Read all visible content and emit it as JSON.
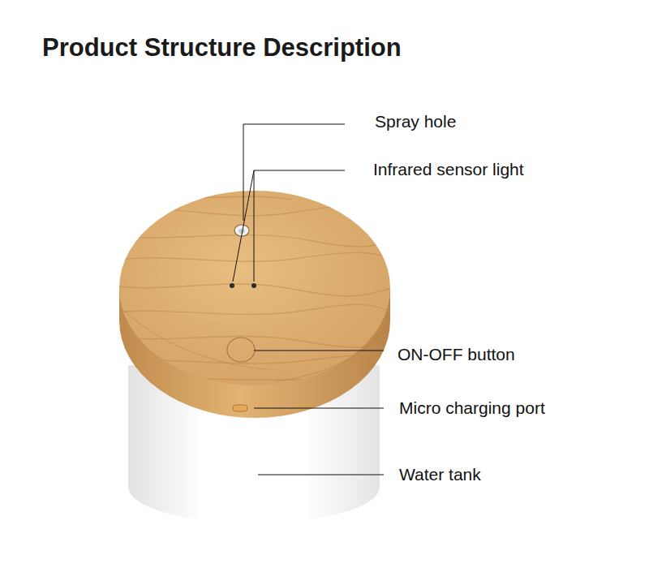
{
  "diagram": {
    "title": "Product Structure Description",
    "labels": [
      "Spray hole",
      "Infrared sensor light",
      "ON-OFF button",
      "Micro charging port",
      "Water tank"
    ]
  }
}
